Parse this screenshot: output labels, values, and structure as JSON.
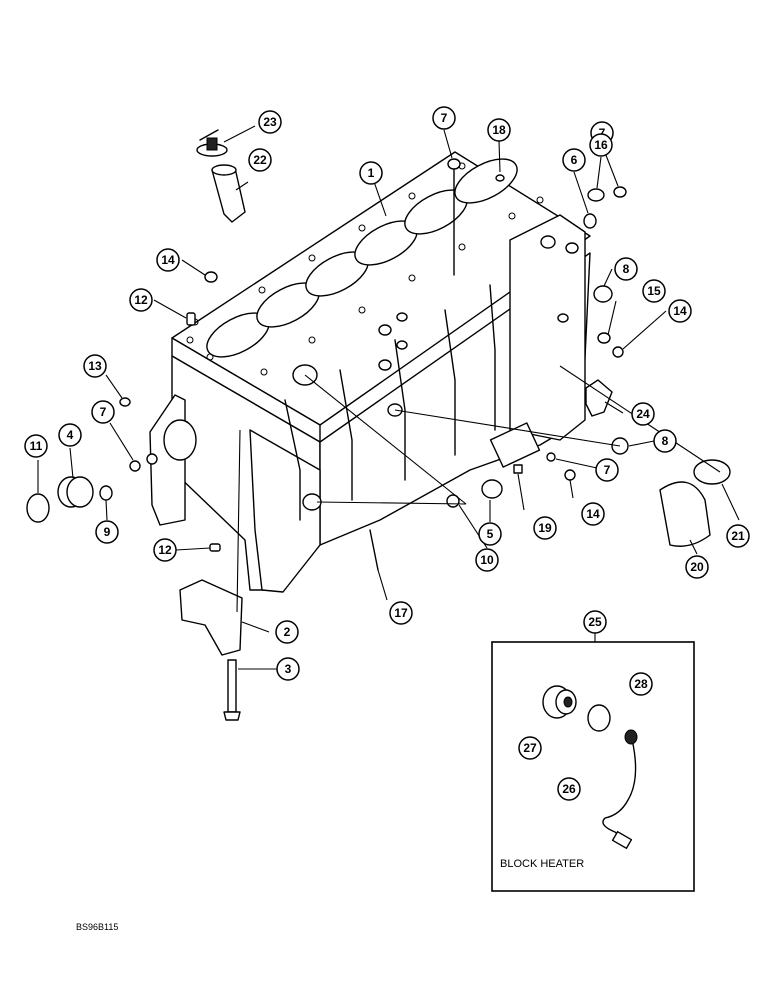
{
  "inset": {
    "title": "BLOCK HEATER"
  },
  "reference_code": "BS96B115",
  "callouts": [
    {
      "id": "c1",
      "num": "1"
    },
    {
      "id": "c2",
      "num": "2"
    },
    {
      "id": "c3",
      "num": "3"
    },
    {
      "id": "c4",
      "num": "4"
    },
    {
      "id": "c5",
      "num": "5"
    },
    {
      "id": "c6",
      "num": "6"
    },
    {
      "id": "c7a",
      "num": "7"
    },
    {
      "id": "c7b",
      "num": "7"
    },
    {
      "id": "c7c",
      "num": "7"
    },
    {
      "id": "c7d",
      "num": "7"
    },
    {
      "id": "c8a",
      "num": "8"
    },
    {
      "id": "c8b",
      "num": "8"
    },
    {
      "id": "c9",
      "num": "9"
    },
    {
      "id": "c10",
      "num": "10"
    },
    {
      "id": "c11",
      "num": "11"
    },
    {
      "id": "c12a",
      "num": "12"
    },
    {
      "id": "c12b",
      "num": "12"
    },
    {
      "id": "c13",
      "num": "13"
    },
    {
      "id": "c14a",
      "num": "14"
    },
    {
      "id": "c14b",
      "num": "14"
    },
    {
      "id": "c14c",
      "num": "14"
    },
    {
      "id": "c15",
      "num": "15"
    },
    {
      "id": "c16",
      "num": "16"
    },
    {
      "id": "c17",
      "num": "17"
    },
    {
      "id": "c18",
      "num": "18"
    },
    {
      "id": "c19",
      "num": "19"
    },
    {
      "id": "c20",
      "num": "20"
    },
    {
      "id": "c21",
      "num": "21"
    },
    {
      "id": "c22",
      "num": "22"
    },
    {
      "id": "c23",
      "num": "23"
    },
    {
      "id": "c24",
      "num": "24"
    },
    {
      "id": "c25",
      "num": "25"
    },
    {
      "id": "c26",
      "num": "26"
    },
    {
      "id": "c27",
      "num": "27"
    },
    {
      "id": "c28",
      "num": "28"
    }
  ]
}
